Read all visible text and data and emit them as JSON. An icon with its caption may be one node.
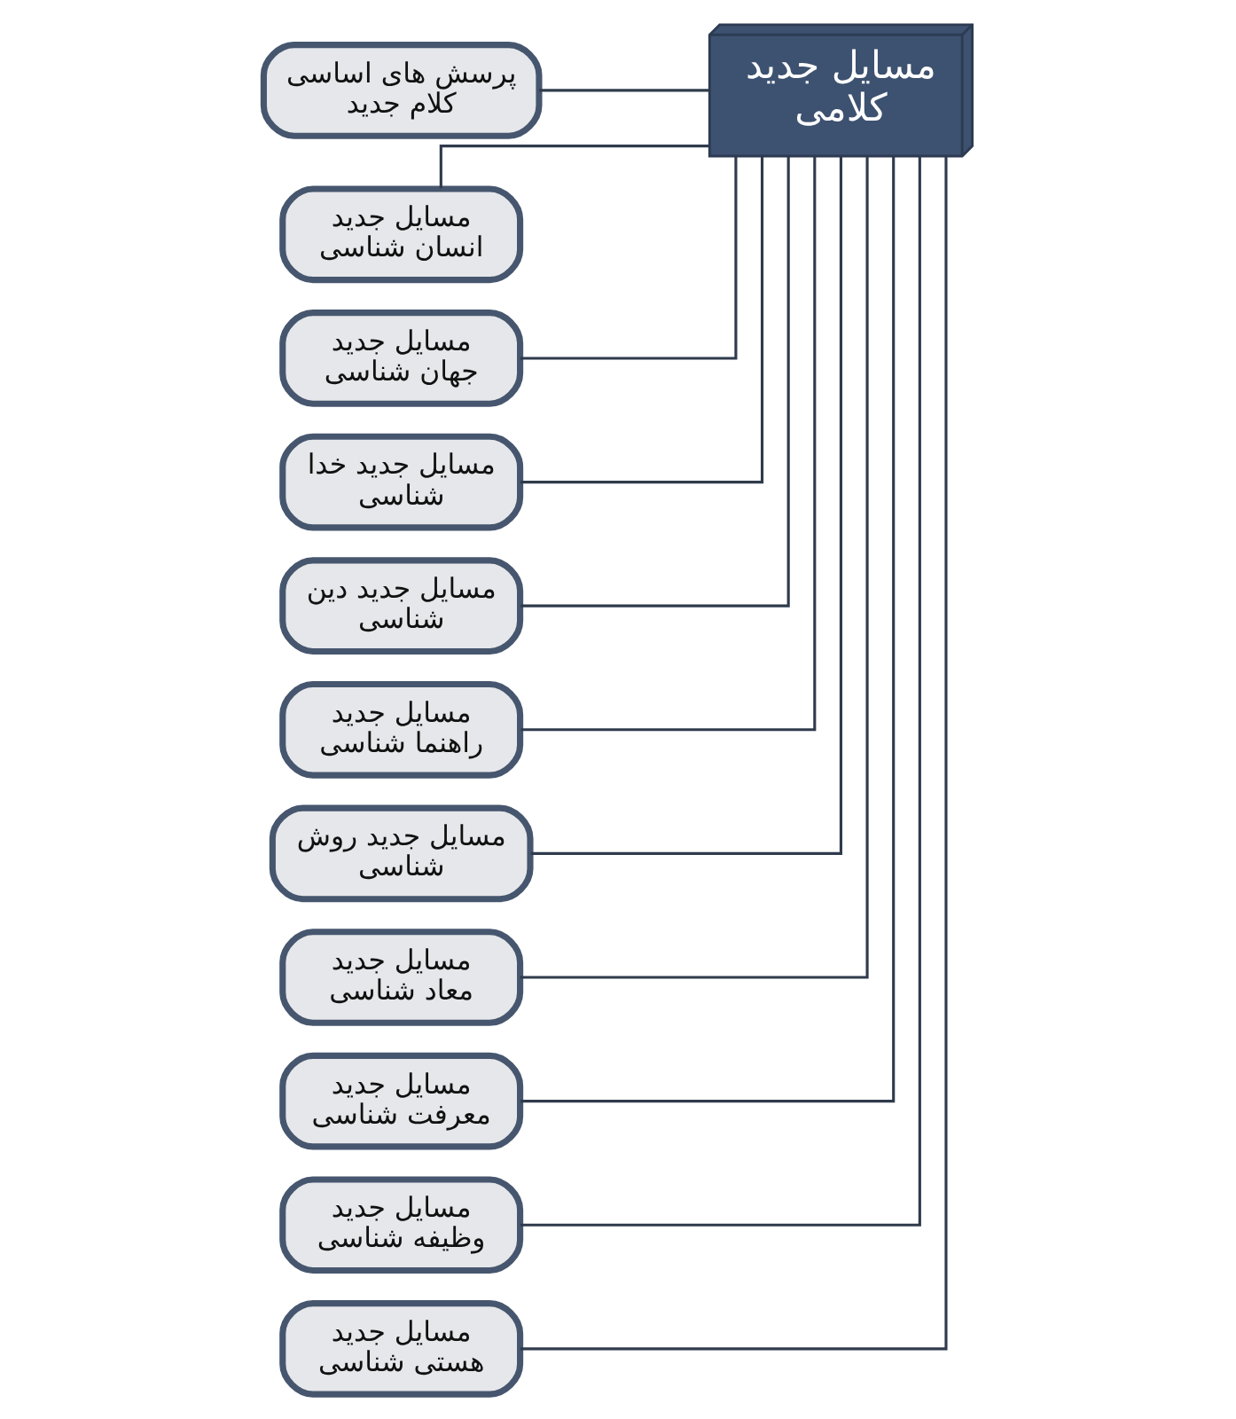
{
  "diagram": {
    "nodes": [
      {
        "text": [
          "مسایل جدید کلامی"
        ]
      },
      {
        "text": [
          "پرسش های اساسی کلام جدید"
        ]
      },
      {
        "text": [
          "مسایل جدید انسان شناسی"
        ]
      },
      {
        "text": [
          "مسایل جدید جهان شناسی"
        ]
      },
      {
        "text": [
          "مسایل جدید خدا شناسی"
        ]
      },
      {
        "text": [
          "مسایل جدید دین شناسی"
        ]
      },
      {
        "text": [
          "مسایل جدید راهنما شناسی"
        ]
      },
      {
        "text": [
          "مسایل جدید روش شناسی"
        ]
      },
      {
        "text": [
          "مسایل جدید معاد شناسی"
        ]
      },
      {
        "text": [
          "مسایل جدید معرفت شناسی"
        ]
      },
      {
        "text": [
          "مسایل جدید وظیفه شناسی"
        ]
      },
      {
        "text": [
          "مسایل جدید هستی شناسی"
        ]
      }
    ],
    "edges": [
      {
        "from": 0,
        "to": 1,
        "arrow": "none"
      },
      {
        "from": 0,
        "to": 2,
        "arrow": "none"
      },
      {
        "from": 0,
        "to": 3,
        "arrow": "none"
      },
      {
        "from": 0,
        "to": 4,
        "arrow": "none"
      },
      {
        "from": 0,
        "to": 5,
        "arrow": "none"
      },
      {
        "from": 0,
        "to": 6,
        "arrow": "none"
      },
      {
        "from": 0,
        "to": 7,
        "arrow": "none"
      },
      {
        "from": 0,
        "to": 8,
        "arrow": "none"
      },
      {
        "from": 0,
        "to": 9,
        "arrow": "none"
      },
      {
        "from": 0,
        "to": 10,
        "arrow": "none"
      },
      {
        "from": 0,
        "to": 11,
        "arrow": "none"
      }
    ]
  }
}
